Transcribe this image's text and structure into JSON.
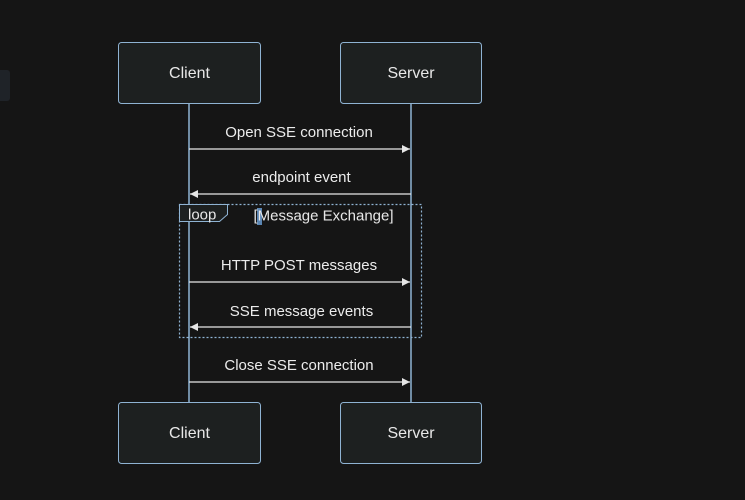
{
  "participants": [
    {
      "id": "client",
      "label": "Client"
    },
    {
      "id": "server",
      "label": "Server"
    }
  ],
  "loop": {
    "label": "loop",
    "condition": "[Message Exchange]"
  },
  "messages": [
    {
      "from": "client",
      "to": "server",
      "text": "Open SSE connection"
    },
    {
      "from": "server",
      "to": "client",
      "text": "endpoint event"
    },
    {
      "from": "client",
      "to": "server",
      "text": "HTTP POST messages"
    },
    {
      "from": "server",
      "to": "client",
      "text": "SSE message events"
    },
    {
      "from": "client",
      "to": "server",
      "text": "Close SSE connection"
    }
  ],
  "colors": {
    "background": "#151515",
    "actor_fill": "#1d2020",
    "actor_border": "#8fb3d3",
    "line": "#e6e6e6",
    "text": "#ececec"
  }
}
